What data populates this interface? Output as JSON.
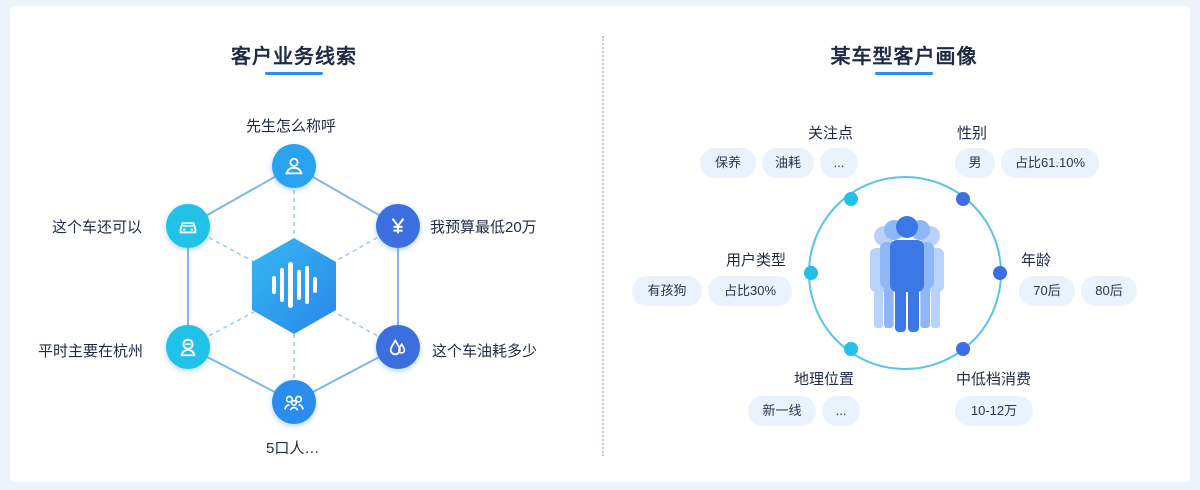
{
  "left": {
    "title": "客户业务线索",
    "center_icon": "voice-wave-icon",
    "nodes": [
      {
        "label": "先生怎么称呼",
        "icon": "user-icon"
      },
      {
        "label": "我预算最低20万",
        "icon": "yen-icon"
      },
      {
        "label": "这个车油耗多少",
        "icon": "water-drop-icon"
      },
      {
        "label": "5口人…",
        "icon": "family-icon"
      },
      {
        "label": "平时主要在杭州",
        "icon": "person-location-icon"
      },
      {
        "label": "这个车还可以",
        "icon": "car-icon"
      }
    ]
  },
  "right": {
    "title": "某车型客户画像",
    "center_icon": "people-group-icon",
    "groups": {
      "focus": {
        "label": "关注点",
        "chips": [
          "保养",
          "油耗",
          "..."
        ]
      },
      "gender": {
        "label": "性别",
        "chips": [
          "男",
          "占比61.10%"
        ]
      },
      "user_type": {
        "label": "用户类型",
        "chips": [
          "有孩狗",
          "占比30%"
        ]
      },
      "age": {
        "label": "年龄",
        "chips": [
          "70后",
          "80后"
        ]
      },
      "geo": {
        "label": "地理位置",
        "chips": [
          "新一线",
          "..."
        ]
      },
      "consumption": {
        "label": "中低档消费",
        "chips": [
          "10-12万"
        ]
      }
    }
  },
  "colors": {
    "primary": "#2d8cf0",
    "cyan": "#22c1e8",
    "deep_blue": "#3b6fe0",
    "chip_bg": "#eaf2fd",
    "line": "#7fb6ef"
  }
}
